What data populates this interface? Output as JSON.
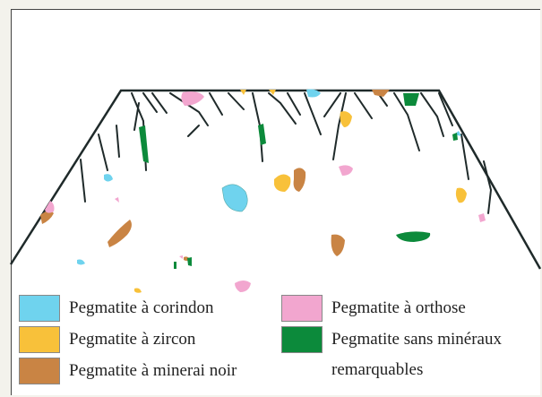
{
  "colors": {
    "corindon": "#6fd3ee",
    "zircon": "#f8c13a",
    "minerai_noir": "#c98444",
    "orthose": "#f2a6cf",
    "sans_mineraux": "#0c8a3b",
    "line": "#1f2a2a"
  },
  "legend": {
    "corindon": "Pegmatite à corindon",
    "zircon": "Pegmatite à zircon",
    "minerai_noir": "Pegmatite à minerai noir",
    "orthose": "Pegmatite à orthose",
    "sans_mineraux_line1": "Pegmatite sans minéraux",
    "sans_mineraux_line2": "remarquables"
  }
}
